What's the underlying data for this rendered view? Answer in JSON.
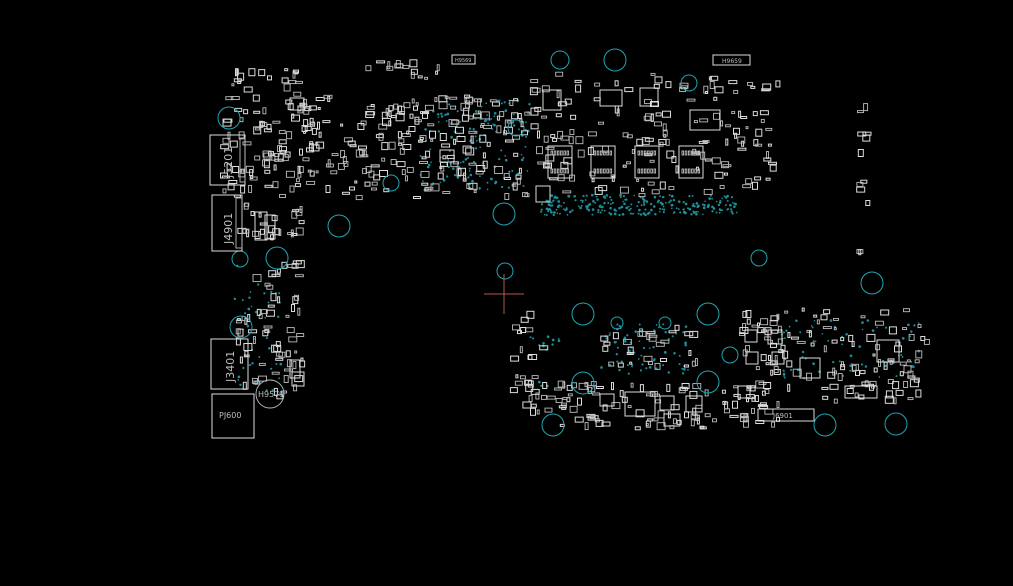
{
  "colors": {
    "background": "#000000",
    "outline": "#dcdcdc",
    "mounting_hole": "#1fa6b2",
    "via": "#1c8f9a",
    "cursor": "#b5584d"
  },
  "labels": {
    "j5201": "J5201",
    "j4901": "J4901",
    "j3401": "J3401",
    "pj600": "PJ600",
    "h9571": "H9571",
    "j6901": "J6901",
    "top_small_left": "H9569",
    "top_small_right": "H9659"
  },
  "cursor": {
    "type": "crosshair-icon"
  }
}
